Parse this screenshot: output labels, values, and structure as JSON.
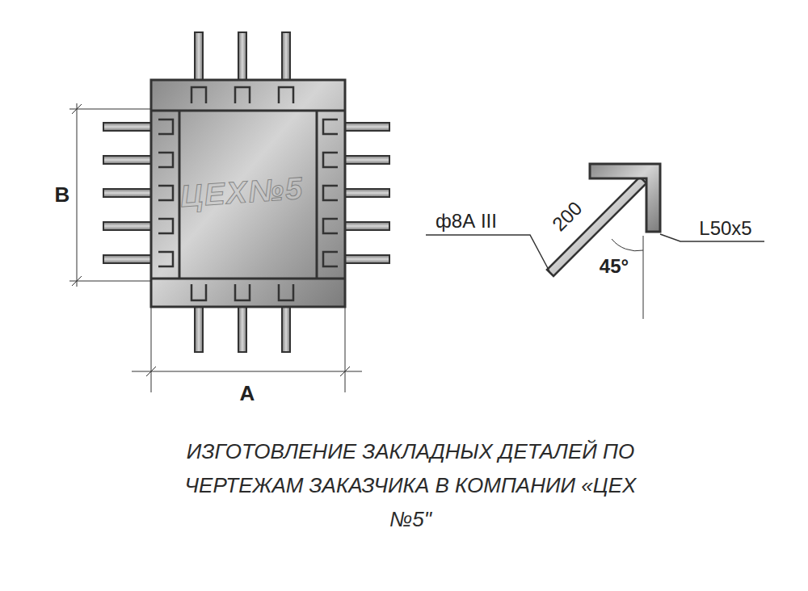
{
  "diagram": {
    "caption": "ИЗГОТОВЛЕНИЕ ЗАКЛАДНЫХ ДЕТАЛЕЙ ПО ЧЕРТЕЖАМ ЗАКАЗЧИКА В КОМПАНИИ «ЦЕХ №5\"",
    "labels": [
      "B",
      "A",
      "ЦЕХ№5",
      "ф8А III",
      "200",
      "45°",
      "L50x5"
    ]
  }
}
